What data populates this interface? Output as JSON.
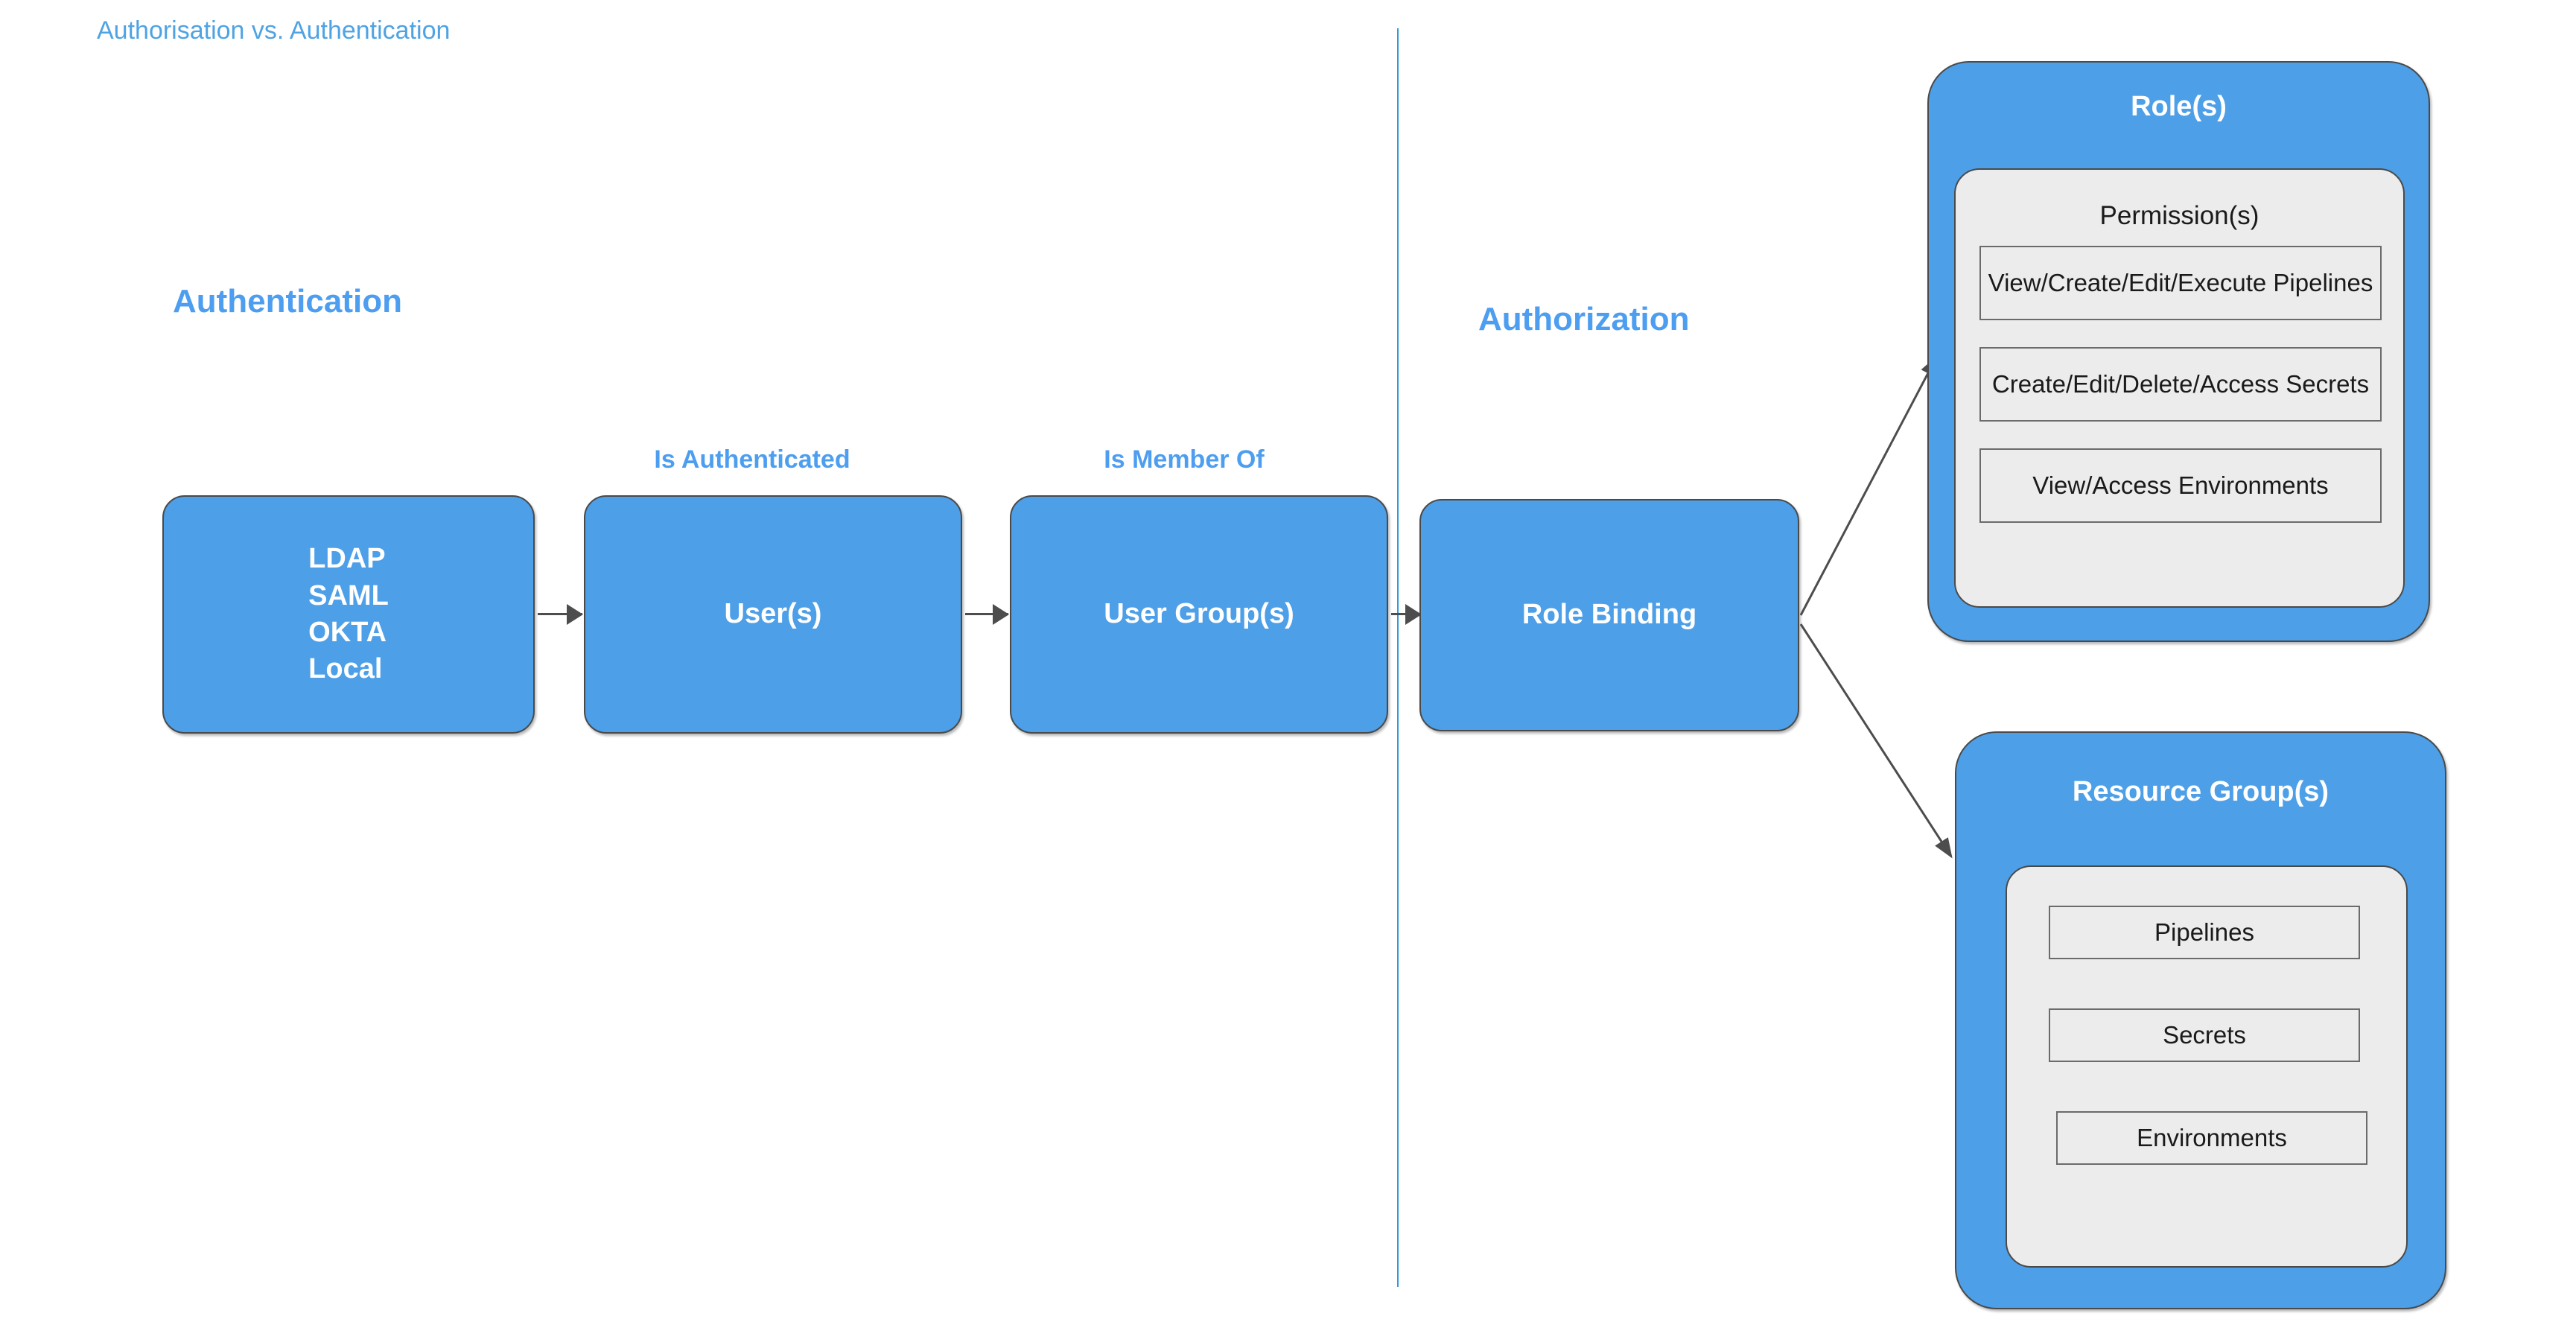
{
  "page": {
    "title": "Authorisation vs. Authentication",
    "background_color": "#ffffff",
    "accent_blue": "#4d9fe8",
    "label_blue": "#4d9ef0",
    "title_blue": "#4fa3e3",
    "panel_gray": "#ececec",
    "border_gray": "#4a4a4a",
    "divider_color": "#2e9bdb"
  },
  "sections": {
    "authentication_heading": "Authentication",
    "authorization_heading": "Authorization"
  },
  "flow": {
    "boxes": [
      {
        "id": "identity-providers",
        "label": "LDAP\nSAML\nOKTA\nLocal"
      },
      {
        "id": "users",
        "label": "User(s)"
      },
      {
        "id": "user-groups",
        "label": "User Group(s)"
      },
      {
        "id": "role-binding",
        "label": "Role Binding"
      }
    ],
    "edge_labels": [
      {
        "id": "is-authenticated",
        "label": "Is Authenticated"
      },
      {
        "id": "is-member-of",
        "label": "Is Member Of"
      }
    ]
  },
  "roles_panel": {
    "title": "Role(s)",
    "inner_caption": "Permission(s)",
    "permissions": [
      "View/Create/Edit/Execute Pipelines",
      "Create/Edit/Delete/Access Secrets",
      "View/Access Environments"
    ]
  },
  "resource_groups_panel": {
    "title": "Resource Group(s)",
    "resources": [
      "Pipelines",
      "Secrets",
      "Environments"
    ]
  }
}
